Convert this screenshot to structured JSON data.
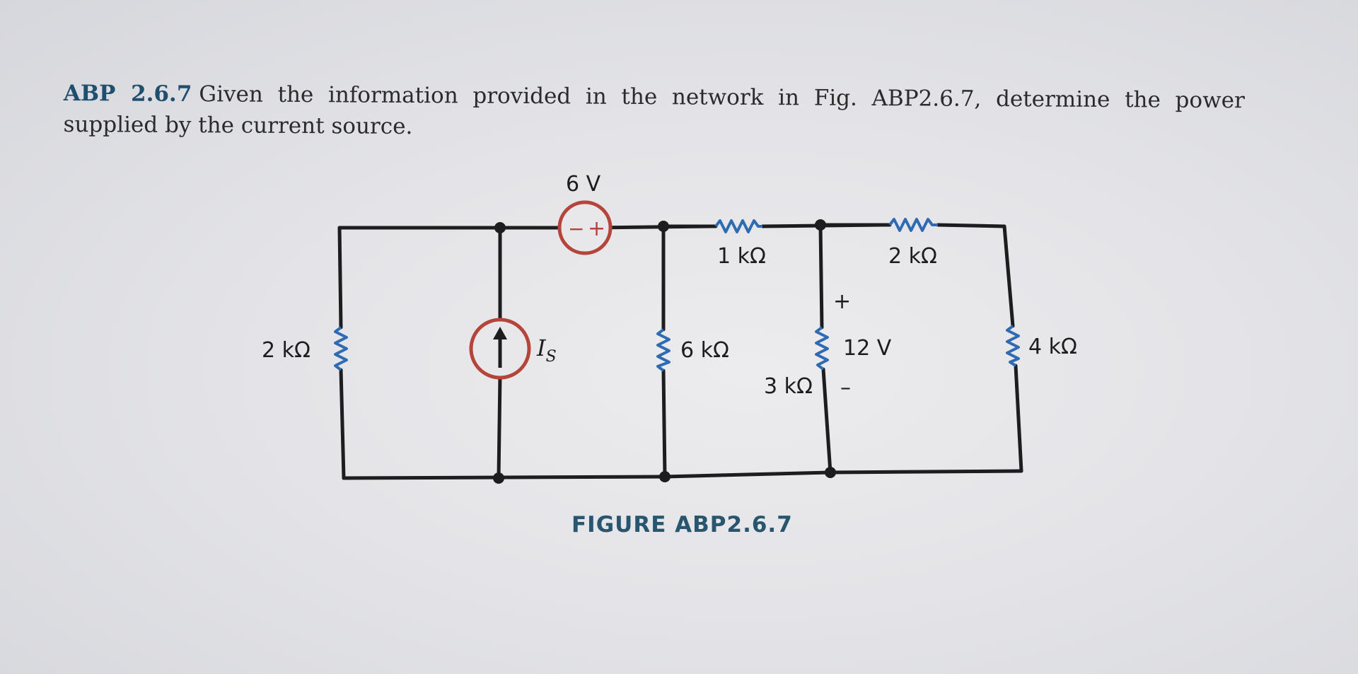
{
  "problem": {
    "id": "ABP 2.6.7",
    "line1": "Given the information provided in the network in Fig. ABP2.6.7, determine the power",
    "line2": "supplied by the current source."
  },
  "circuit": {
    "sources": {
      "voltage_source": {
        "value": "6 V",
        "polarity_left": "−",
        "polarity_right": "+"
      },
      "current_source": {
        "label": "I",
        "subscript": "S"
      }
    },
    "resistors": {
      "left": "2 kΩ",
      "middle_vertical": "6 kΩ",
      "top_1": "1 kΩ",
      "center_vertical": "3 kΩ",
      "top_2": "2 kΩ",
      "right": "4 kΩ"
    },
    "voltage_annotation": {
      "value": "12 V",
      "plus": "+",
      "minus": "–"
    }
  },
  "figure": {
    "caption": "FIGURE ABP2.6.7"
  },
  "colors": {
    "wire": "#1d1d20",
    "resistor": "#2f6bb3",
    "source": "#b5443a",
    "caption": "#28566f"
  }
}
